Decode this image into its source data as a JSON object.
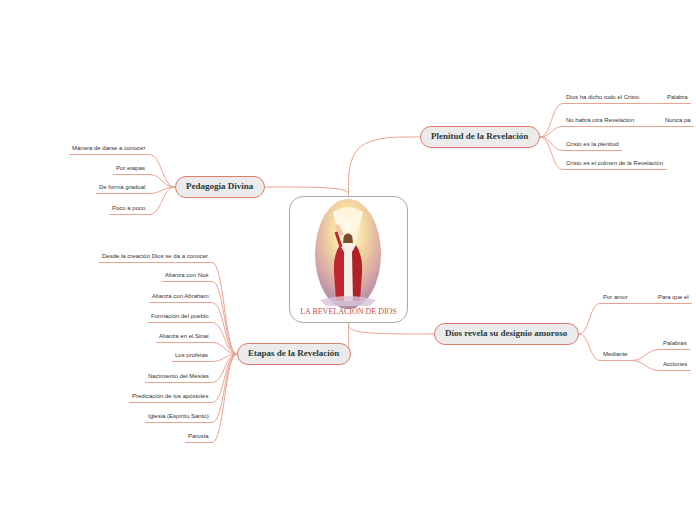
{
  "diagram": {
    "nodes": [
      {
        "text": [
          "LA REVELACIÓN DE DIOS"
        ]
      },
      {
        "text": [
          "Plenitud de la Revelación"
        ]
      },
      {
        "text": [
          "Dios ha dicho todo el Cristo"
        ]
      },
      {
        "text": [
          "Palabra"
        ]
      },
      {
        "text": [
          "No habrá otra Revelación"
        ]
      },
      {
        "text": [
          "Nunca pa"
        ]
      },
      {
        "text": [
          "Cristo es la plenitud"
        ]
      },
      {
        "text": [
          "Cristo es el culmen de la Revelación"
        ]
      },
      {
        "text": [
          "Pedagogía Divina"
        ]
      },
      {
        "text": [
          "Manera de darse a conocer"
        ]
      },
      {
        "text": [
          "Por etapas"
        ]
      },
      {
        "text": [
          "De forma gradual"
        ]
      },
      {
        "text": [
          "Poco a poco"
        ]
      },
      {
        "text": [
          "Dios revela su designio amoroso"
        ]
      },
      {
        "text": [
          "Por amor"
        ]
      },
      {
        "text": [
          "Para que el"
        ]
      },
      {
        "text": [
          "Mediante"
        ]
      },
      {
        "text": [
          "Palabras"
        ]
      },
      {
        "text": [
          "Acciones"
        ]
      },
      {
        "text": [
          "Etapas de la Revelación"
        ]
      },
      {
        "text": [
          "Desde la creación Dios se da a conocer"
        ]
      },
      {
        "text": [
          "Alianza con Noé"
        ]
      },
      {
        "text": [
          "Alianza con Abraham"
        ]
      },
      {
        "text": [
          "Formación del pueblo"
        ]
      },
      {
        "text": [
          "Alianza en el Sinaí"
        ]
      },
      {
        "text": [
          "Los profetas"
        ]
      },
      {
        "text": [
          "Nacimiento del Mesías"
        ]
      },
      {
        "text": [
          "Predicación de los apóstoles"
        ]
      },
      {
        "text": [
          "Iglesia (Espíritu Santo)"
        ]
      },
      {
        "text": [
          "Parusía"
        ]
      }
    ],
    "edges": [
      {
        "from": 0,
        "to": 1,
        "arrow": "none"
      },
      {
        "from": 1,
        "to": 2,
        "arrow": "none"
      },
      {
        "from": 2,
        "to": 3,
        "arrow": "none"
      },
      {
        "from": 1,
        "to": 4,
        "arrow": "none"
      },
      {
        "from": 4,
        "to": 5,
        "arrow": "none"
      },
      {
        "from": 1,
        "to": 6,
        "arrow": "none"
      },
      {
        "from": 1,
        "to": 7,
        "arrow": "none"
      },
      {
        "from": 0,
        "to": 8,
        "arrow": "none"
      },
      {
        "from": 8,
        "to": 9,
        "arrow": "none"
      },
      {
        "from": 8,
        "to": 10,
        "arrow": "none"
      },
      {
        "from": 8,
        "to": 11,
        "arrow": "none"
      },
      {
        "from": 8,
        "to": 12,
        "arrow": "none"
      },
      {
        "from": 0,
        "to": 13,
        "arrow": "none"
      },
      {
        "from": 13,
        "to": 14,
        "arrow": "none"
      },
      {
        "from": 14,
        "to": 15,
        "arrow": "none"
      },
      {
        "from": 13,
        "to": 16,
        "arrow": "none"
      },
      {
        "from": 16,
        "to": 17,
        "arrow": "none"
      },
      {
        "from": 16,
        "to": 18,
        "arrow": "none"
      },
      {
        "from": 0,
        "to": 19,
        "arrow": "none"
      },
      {
        "from": 19,
        "to": 20,
        "arrow": "none"
      },
      {
        "from": 19,
        "to": 21,
        "arrow": "none"
      },
      {
        "from": 19,
        "to": 22,
        "arrow": "none"
      },
      {
        "from": 19,
        "to": 23,
        "arrow": "none"
      },
      {
        "from": 19,
        "to": 24,
        "arrow": "none"
      },
      {
        "from": 19,
        "to": 25,
        "arrow": "none"
      },
      {
        "from": 19,
        "to": 26,
        "arrow": "none"
      },
      {
        "from": 19,
        "to": 27,
        "arrow": "none"
      },
      {
        "from": 19,
        "to": 28,
        "arrow": "none"
      },
      {
        "from": 19,
        "to": 29,
        "arrow": "none"
      }
    ]
  }
}
